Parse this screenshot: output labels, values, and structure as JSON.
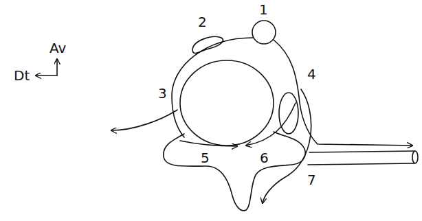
{
  "diagram": {
    "labels": [
      "Av",
      "Dt",
      "1",
      "2",
      "3",
      "4",
      "5",
      "6",
      "7"
    ]
  }
}
